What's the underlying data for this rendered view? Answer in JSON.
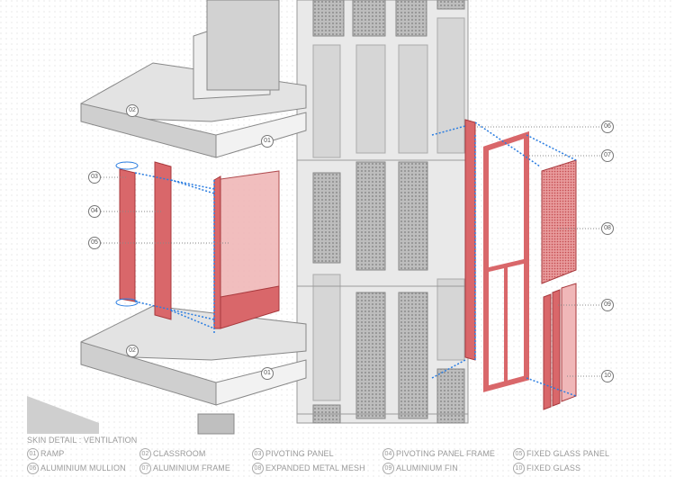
{
  "legend": {
    "title": "SKIN DETAIL : VENTILATION",
    "items": [
      {
        "num": "01",
        "label": "RAMP"
      },
      {
        "num": "02",
        "label": "CLASSROOM"
      },
      {
        "num": "03",
        "label": "PIVOTING PANEL"
      },
      {
        "num": "04",
        "label": "PIVOTING PANEL FRAME"
      },
      {
        "num": "05",
        "label": "FIXED GLASS PANEL"
      },
      {
        "num": "06",
        "label": "ALUMINIUM MULLION"
      },
      {
        "num": "07",
        "label": "ALUMINIUM FRAME"
      },
      {
        "num": "08",
        "label": "EXPANDED METAL MESH"
      },
      {
        "num": "09",
        "label": "ALUMINIUM FIN"
      },
      {
        "num": "10",
        "label": "FIXED GLASS"
      }
    ]
  },
  "colors": {
    "panel_red": "#d9676a",
    "panel_red_light": "#f0b7b8",
    "concrete": "#e6e6e6",
    "guide_blue": "#2a7de1"
  }
}
